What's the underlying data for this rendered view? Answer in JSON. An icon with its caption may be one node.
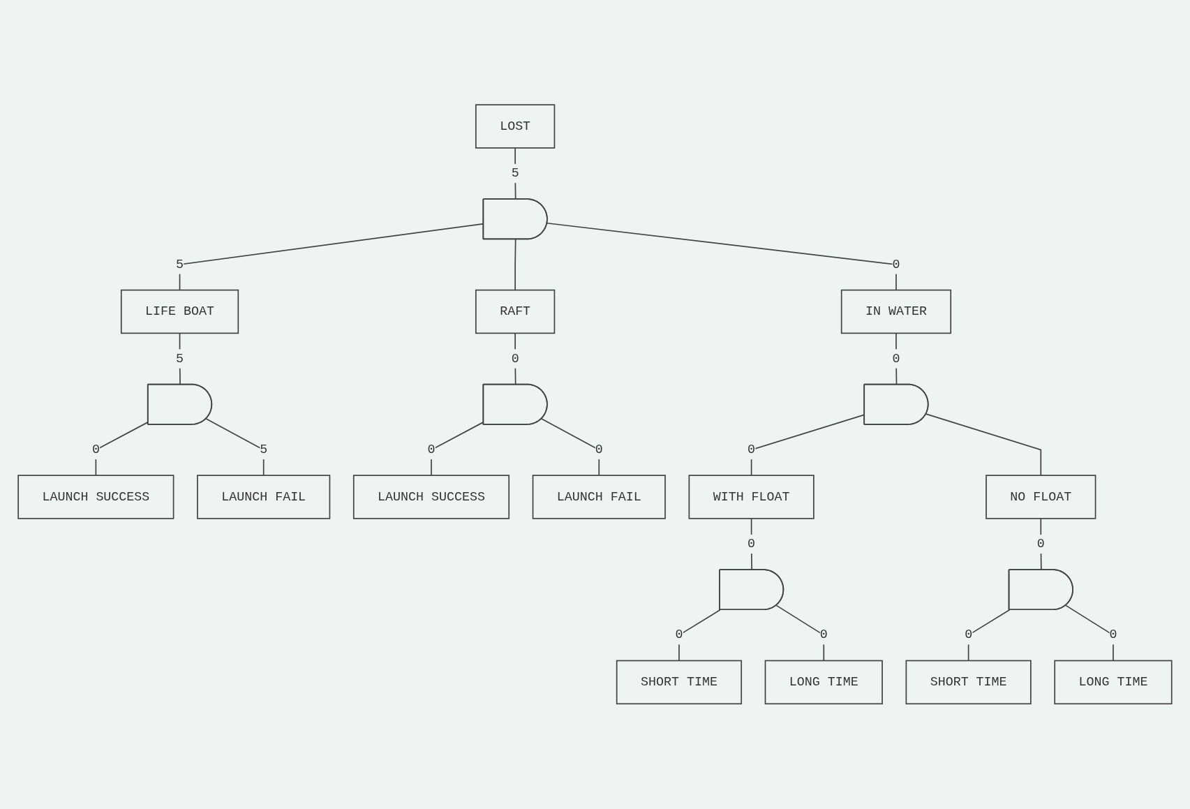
{
  "diagram": {
    "nodes": [
      {
        "text": [
          "LOST"
        ]
      },
      {
        "text": [],
        "shape": "gate"
      },
      {
        "text": [
          "LIFE BOAT"
        ]
      },
      {
        "text": [
          "RAFT"
        ]
      },
      {
        "text": [
          "IN WATER"
        ]
      },
      {
        "text": [],
        "shape": "gate"
      },
      {
        "text": [],
        "shape": "gate"
      },
      {
        "text": [],
        "shape": "gate"
      },
      {
        "text": [
          "LAUNCH SUCCESS"
        ]
      },
      {
        "text": [
          "LAUNCH FAIL"
        ]
      },
      {
        "text": [
          "LAUNCH SUCCESS"
        ]
      },
      {
        "text": [
          "LAUNCH FAIL"
        ]
      },
      {
        "text": [
          "WITH FLOAT"
        ]
      },
      {
        "text": [
          "NO FLOAT"
        ]
      },
      {
        "text": [],
        "shape": "gate"
      },
      {
        "text": [],
        "shape": "gate"
      },
      {
        "text": [
          "SHORT TIME"
        ]
      },
      {
        "text": [
          "LONG TIME"
        ]
      },
      {
        "text": [
          "SHORT TIME"
        ]
      },
      {
        "text": [
          "LONG TIME"
        ]
      }
    ],
    "edges": [
      {
        "from": 0,
        "to": 1,
        "arrow": "none",
        "label": "5"
      },
      {
        "from": 1,
        "to": 2,
        "arrow": "none",
        "label": "5"
      },
      {
        "from": 1,
        "to": 3,
        "arrow": "none"
      },
      {
        "from": 1,
        "to": 4,
        "arrow": "none",
        "label": "0"
      },
      {
        "from": 2,
        "to": 5,
        "arrow": "none",
        "label": "5"
      },
      {
        "from": 3,
        "to": 6,
        "arrow": "none",
        "label": "0"
      },
      {
        "from": 4,
        "to": 7,
        "arrow": "none",
        "label": "0"
      },
      {
        "from": 5,
        "to": 8,
        "arrow": "none",
        "label": "0"
      },
      {
        "from": 5,
        "to": 9,
        "arrow": "none",
        "label": "5"
      },
      {
        "from": 6,
        "to": 10,
        "arrow": "none",
        "label": "0"
      },
      {
        "from": 6,
        "to": 11,
        "arrow": "none",
        "label": "0"
      },
      {
        "from": 7,
        "to": 12,
        "arrow": "none",
        "label": "0"
      },
      {
        "from": 7,
        "to": 13,
        "arrow": "none"
      },
      {
        "from": 12,
        "to": 14,
        "arrow": "none",
        "label": "0"
      },
      {
        "from": 13,
        "to": 15,
        "arrow": "none",
        "label": "0"
      },
      {
        "from": 14,
        "to": 16,
        "arrow": "none",
        "label": "0"
      },
      {
        "from": 14,
        "to": 17,
        "arrow": "none",
        "label": "0"
      },
      {
        "from": 15,
        "to": 18,
        "arrow": "none",
        "label": "0"
      },
      {
        "from": 15,
        "to": 19,
        "arrow": "none",
        "label": "0"
      }
    ]
  }
}
